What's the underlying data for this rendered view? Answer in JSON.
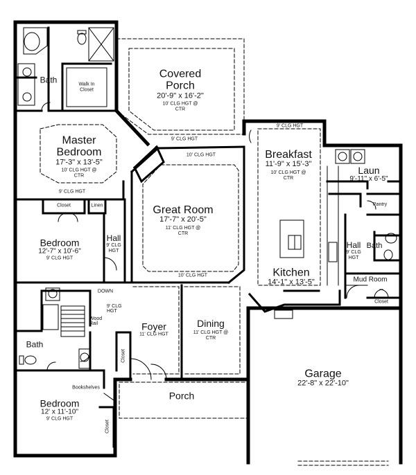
{
  "rooms": {
    "covered_porch": {
      "name": "Covered Porch",
      "dims": "20'-9\" x 16'-2\"",
      "ceiling": "10' CLG HGT @ CTR"
    },
    "master_bedroom": {
      "name": "Master Bedroom",
      "dims": "17'-3\" x 13'-5\"",
      "ceiling": "10' CLG HGT @ CTR"
    },
    "great_room": {
      "name": "Great Room",
      "dims": "17'-7\" x 20'-5\"",
      "ceiling": "11' CLG HGT @ CTR"
    },
    "breakfast": {
      "name": "Breakfast",
      "dims": "11'-9\" x 15'-3\"",
      "ceiling": "10' CLG HGT @ CTR"
    },
    "kitchen": {
      "name": "Kitchen",
      "dims": "14'-1\" x 13'-5\""
    },
    "laundry": {
      "name": "Laun",
      "dims": "9'-11\" x 6'-5\""
    },
    "bedroom_2": {
      "name": "Bedroom",
      "dims": "12'-7\" x 10'-6\"",
      "ceiling": "9' CLG HGT"
    },
    "bedroom_3": {
      "name": "Bedroom",
      "dims": "12' x 11'-10\"",
      "ceiling": "9' CLG HGT"
    },
    "foyer": {
      "name": "Foyer",
      "ceiling": "11' CLG HGT"
    },
    "dining": {
      "name": "Dining",
      "ceiling": "11' CLG HGT @ CTR"
    },
    "garage": {
      "name": "Garage",
      "dims": "22'-8\" x 22'-10\""
    },
    "porch": {
      "name": "Porch"
    },
    "master_bath": {
      "name": "Bath"
    },
    "bath_2": {
      "name": "Bath"
    },
    "bath_3": {
      "name": "Bath"
    },
    "walk_in_closet": {
      "name": "Walk In Closet"
    },
    "hall_1": {
      "name": "Hall",
      "ceiling": "9' CLG HGT"
    },
    "hall_2": {
      "name": "Hall",
      "ceiling": "9' CLG HGT"
    },
    "mud_room": {
      "name": "Mud Room"
    },
    "pantry": {
      "name": "Pantry"
    }
  },
  "labels": {
    "clg_9": "9' CLG HGT",
    "clg_10": "10' CLG HGT",
    "closet": "Closet",
    "linen": "Linen",
    "down": "DOWN",
    "wood_rail": "Wood Rail",
    "bookshelves": "Bookshelves",
    "hall_9_clg": "9' CLG HGT"
  }
}
